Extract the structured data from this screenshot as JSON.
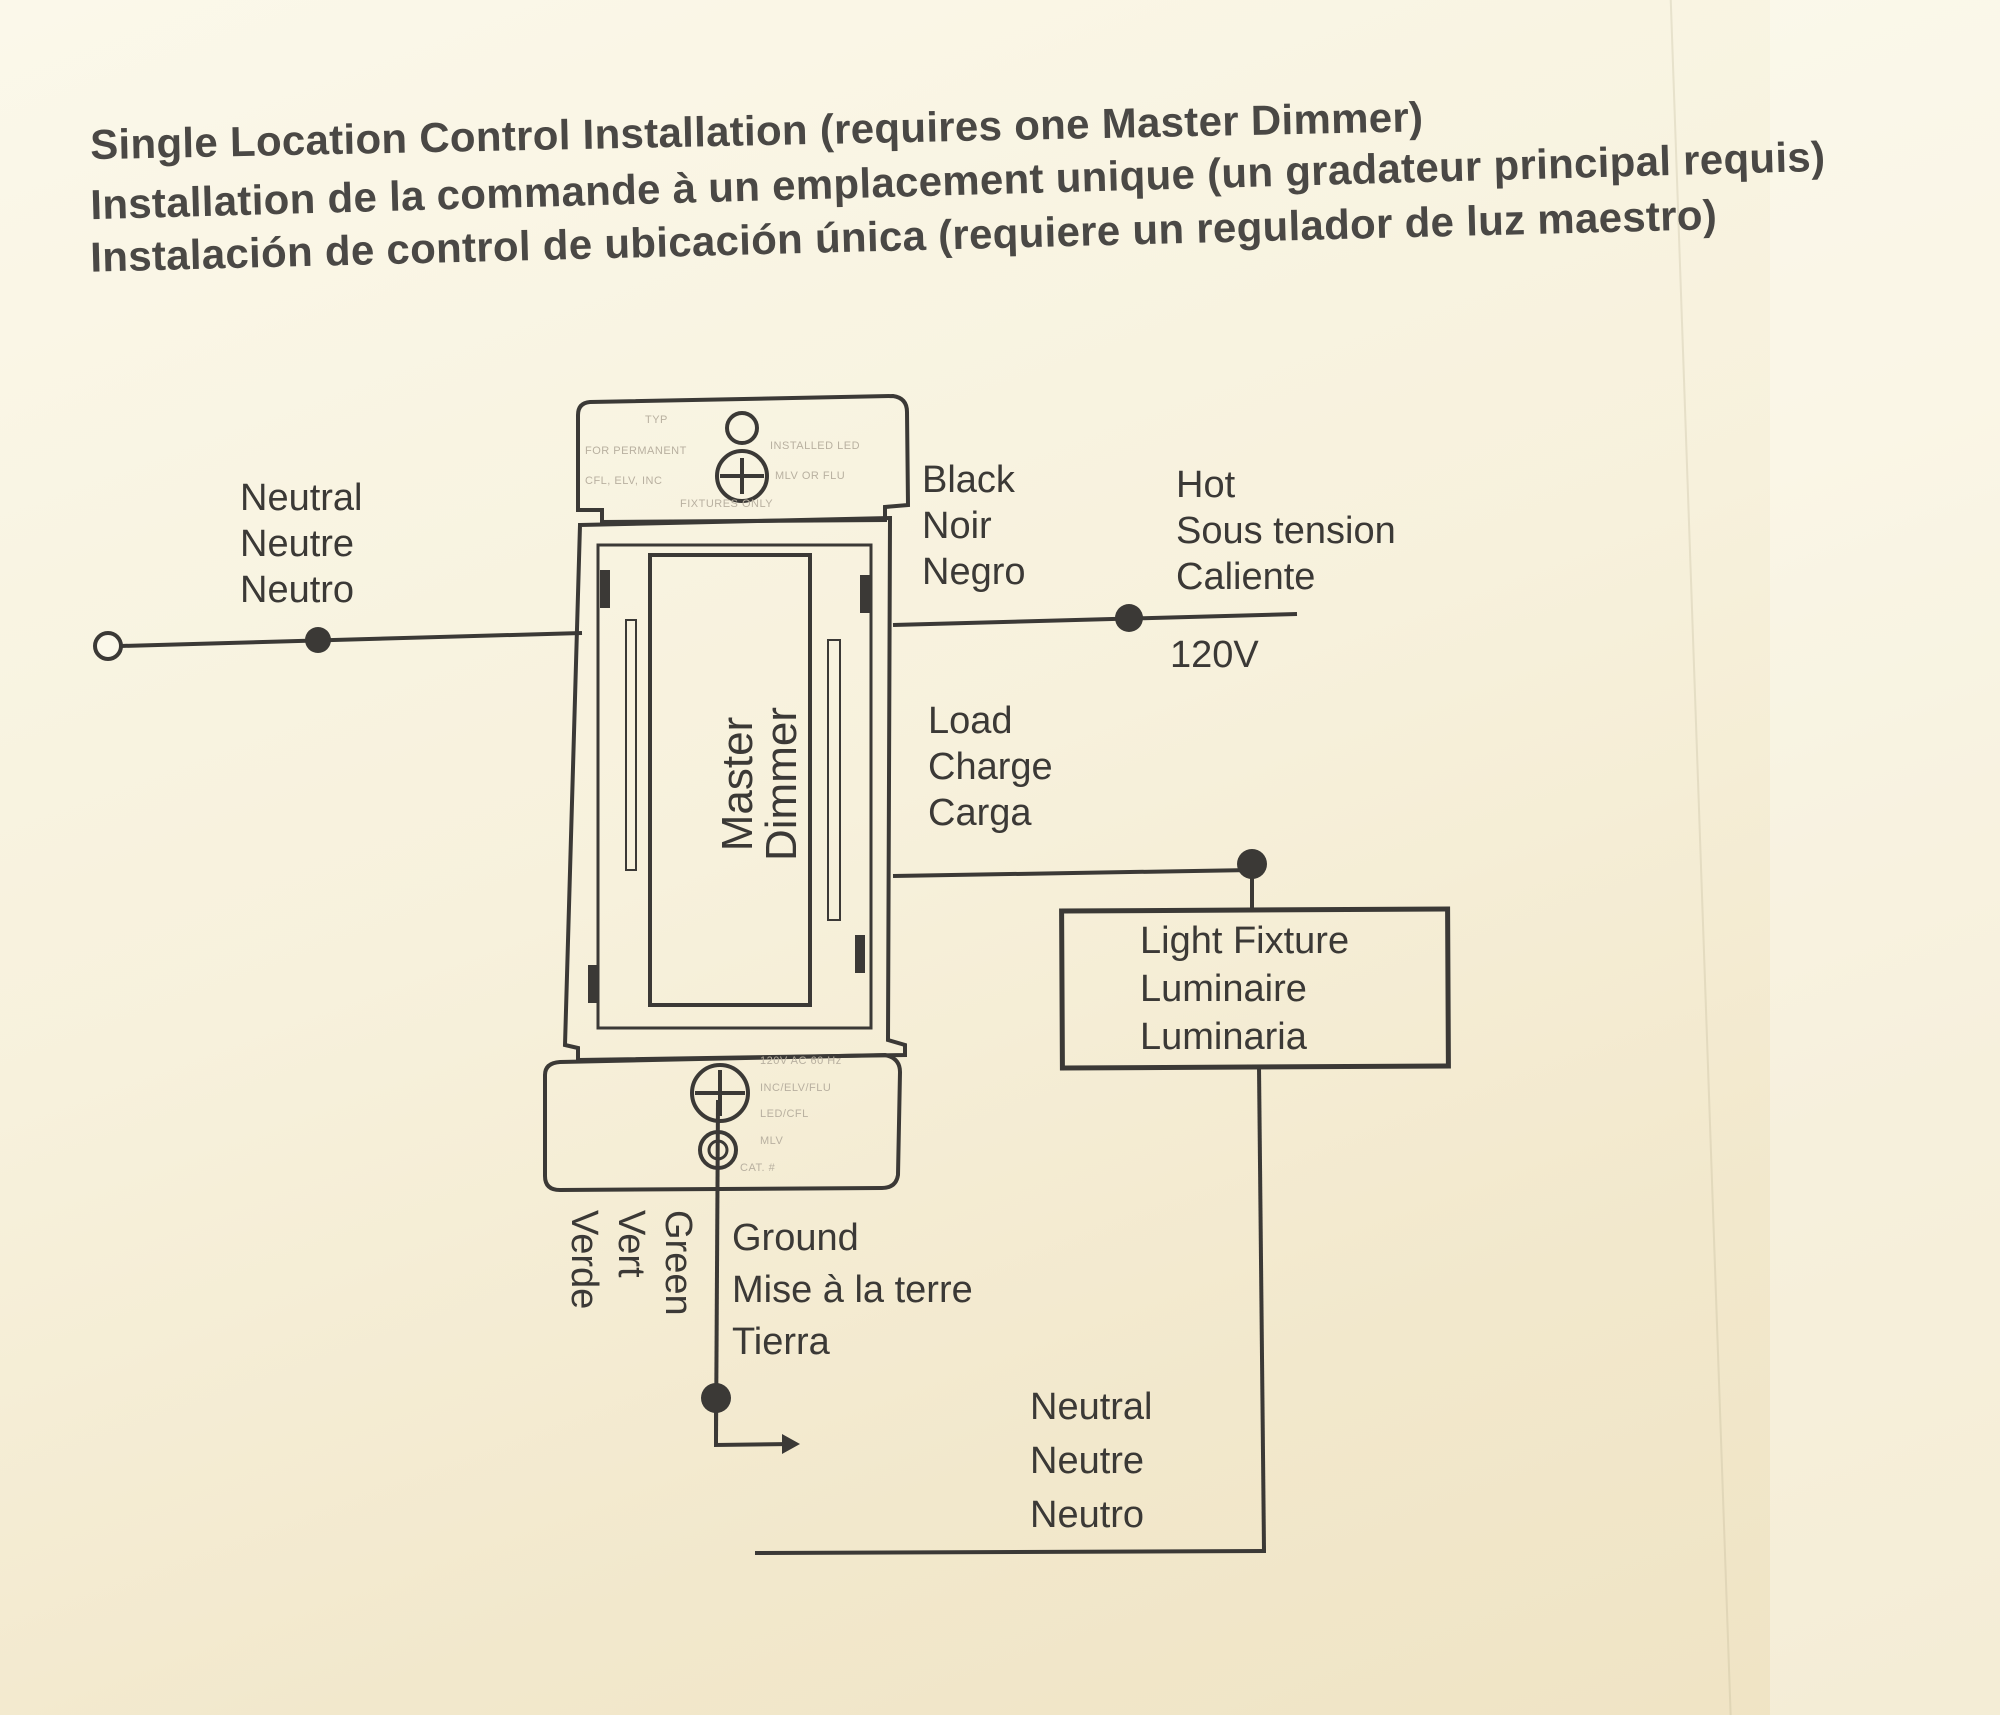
{
  "title": {
    "line_en": "Single Location Control Installation (requires one Master Dimmer)",
    "line_fr": "Installation de la commande à un emplacement unique (un gradateur principal requis)",
    "line_es": "Instalación de control de ubicación única (requiere un regulador de luz maestro)"
  },
  "device": {
    "name_line1": "Master",
    "name_line2": "Dimmer",
    "top_plate_text": [
      "TYP",
      "FOR PERMANENT",
      "INSTALLED LED",
      "CFL, ELV, INC",
      "MLV OR FLU",
      "FIXTURES ONLY"
    ],
    "bottom_plate_text": [
      "120V AC 60 Hz",
      "INC/ELV/FLU",
      "LED/CFL",
      "MLV",
      "CAT. #"
    ]
  },
  "labels": {
    "neutral_left": [
      "Neutral",
      "Neutre",
      "Neutro"
    ],
    "black": [
      "Black",
      "Noir",
      "Negro"
    ],
    "hot": [
      "Hot",
      "Sous tension",
      "Caliente"
    ],
    "voltage": "120V",
    "load": [
      "Load",
      "Charge",
      "Carga"
    ],
    "light_fixture": [
      "Light Fixture",
      "Luminaire",
      "Luminaria"
    ],
    "green": [
      "Green",
      "Vert",
      "Verde"
    ],
    "ground": [
      "Ground",
      "Mise à la terre",
      "Tierra"
    ],
    "neutral_bottom": [
      "Neutral",
      "Neutre",
      "Neutro"
    ]
  },
  "colors": {
    "paper": "#f7f1dc",
    "ink": "#3b3936"
  }
}
